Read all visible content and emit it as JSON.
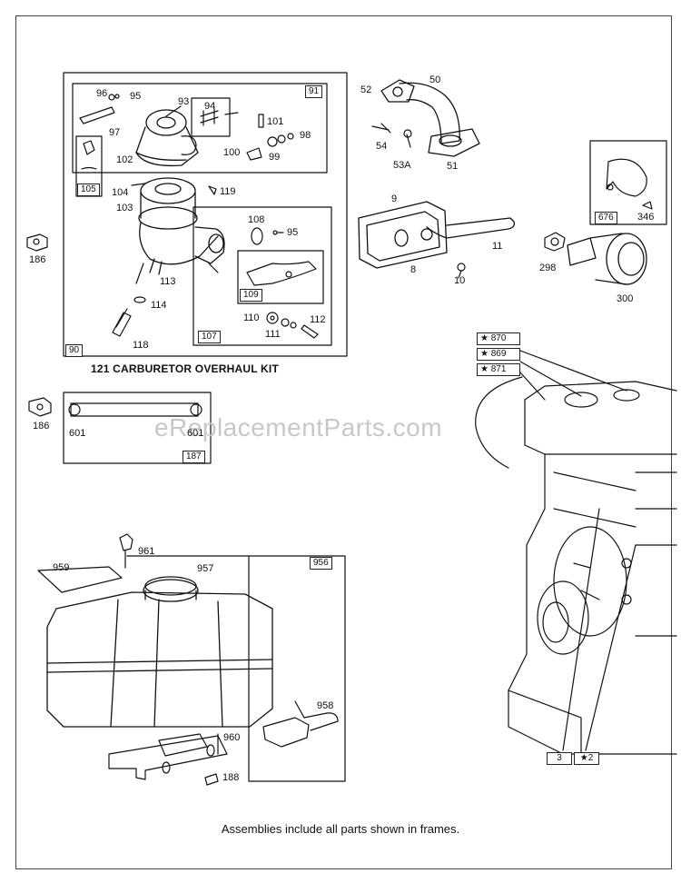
{
  "labels": {
    "p96": "96",
    "p95a": "95",
    "p93": "93",
    "p91": "91",
    "p94": "94",
    "p101": "101",
    "p98": "98",
    "p97": "97",
    "p100": "100",
    "p99": "99",
    "p102": "102",
    "p105": "105",
    "p104": "104",
    "p119": "119",
    "p103": "103",
    "p108": "108",
    "p95b": "95",
    "p109": "109",
    "p113": "113",
    "p114": "114",
    "p110": "110",
    "p112": "112",
    "p111": "111",
    "p118": "118",
    "p107": "107",
    "p90": "90",
    "p52": "52",
    "p50": "50",
    "p54": "54",
    "p53a": "53A",
    "p51": "51",
    "p9": "9",
    "p11": "11",
    "p8": "8",
    "p10": "10",
    "p676": "676",
    "p346": "346",
    "p298": "298",
    "p300": "300",
    "p186a": "186",
    "p186b": "186",
    "p601a": "601",
    "p601b": "601",
    "p187": "187",
    "p870": "870",
    "p869": "869",
    "p871": "871",
    "p3": "3",
    "p2": "2",
    "p961": "961",
    "p959": "959",
    "p957": "957",
    "p956": "956",
    "p958": "958",
    "p960": "960",
    "p188": "188"
  },
  "kit_title": "121 CARBURETOR OVERHAUL KIT",
  "caption": "Assemblies include all parts shown in frames.",
  "watermark": "eReplacementParts.com",
  "star": "★"
}
